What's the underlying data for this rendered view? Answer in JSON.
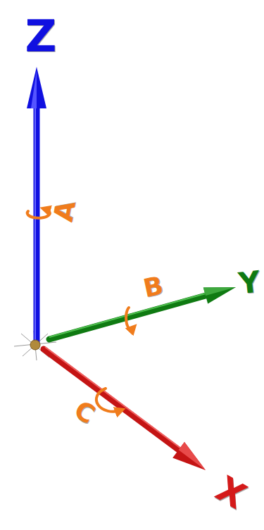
{
  "diagram": {
    "labels": [
      "Z",
      "A",
      "Y",
      "B",
      "C",
      "X"
    ]
  }
}
